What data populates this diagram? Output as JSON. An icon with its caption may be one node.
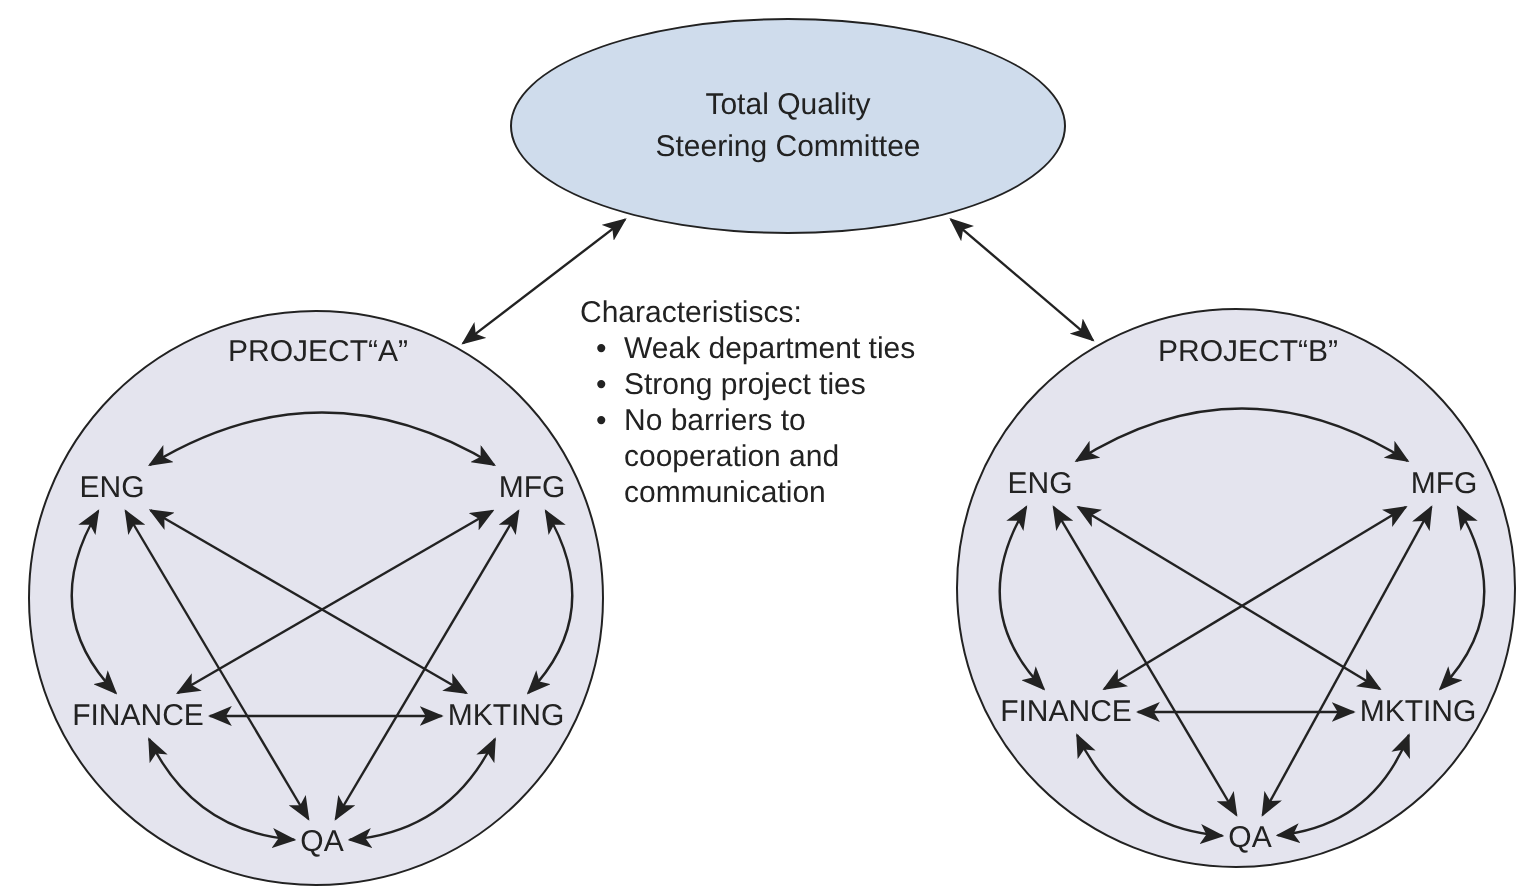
{
  "diagram": {
    "nodes": [
      {
        "text": [
          "Total Quality Steering Committee"
        ]
      },
      {
        "text": [
          "PROJECT“A”"
        ]
      },
      {
        "text": [
          "ENG"
        ],
        "in": 1
      },
      {
        "text": [
          "MFG"
        ],
        "in": 1
      },
      {
        "text": [
          "FINANCE"
        ],
        "in": 1
      },
      {
        "text": [
          "MKTING"
        ],
        "in": 1
      },
      {
        "text": [
          "QA"
        ],
        "in": 1
      },
      {
        "text": [
          "PROJECT“B”"
        ]
      },
      {
        "text": [
          "ENG"
        ],
        "in": 7
      },
      {
        "text": [
          "MFG"
        ],
        "in": 7
      },
      {
        "text": [
          "FINANCE"
        ],
        "in": 7
      },
      {
        "text": [
          "MKTING"
        ],
        "in": 7
      },
      {
        "text": [
          "QA"
        ],
        "in": 7
      }
    ],
    "edges": [
      {
        "from": 0,
        "to": 1,
        "arrow": "both"
      },
      {
        "from": 0,
        "to": 7,
        "arrow": "both"
      },
      {
        "from": 2,
        "to": 3,
        "arrow": "both"
      },
      {
        "from": 2,
        "to": 4,
        "arrow": "both"
      },
      {
        "from": 3,
        "to": 5,
        "arrow": "both"
      },
      {
        "from": 4,
        "to": 6,
        "arrow": "both"
      },
      {
        "from": 5,
        "to": 6,
        "arrow": "both"
      },
      {
        "from": 4,
        "to": 5,
        "arrow": "both"
      },
      {
        "from": 2,
        "to": 6,
        "arrow": "both"
      },
      {
        "from": 2,
        "to": 5,
        "arrow": "both"
      },
      {
        "from": 3,
        "to": 4,
        "arrow": "both"
      },
      {
        "from": 3,
        "to": 6,
        "arrow": "both"
      },
      {
        "from": 8,
        "to": 9,
        "arrow": "both"
      },
      {
        "from": 8,
        "to": 10,
        "arrow": "both"
      },
      {
        "from": 9,
        "to": 11,
        "arrow": "both"
      },
      {
        "from": 10,
        "to": 12,
        "arrow": "both"
      },
      {
        "from": 11,
        "to": 12,
        "arrow": "both"
      },
      {
        "from": 10,
        "to": 11,
        "arrow": "both"
      },
      {
        "from": 8,
        "to": 12,
        "arrow": "both"
      },
      {
        "from": 8,
        "to": 11,
        "arrow": "both"
      },
      {
        "from": 9,
        "to": 10,
        "arrow": "both"
      },
      {
        "from": 9,
        "to": 12,
        "arrow": "both"
      }
    ],
    "labels": [
      "Characteristiscs:",
      "•",
      "Weak department ties",
      "•",
      "Strong project ties",
      "•",
      "No barriers to cooperation and communication"
    ]
  }
}
